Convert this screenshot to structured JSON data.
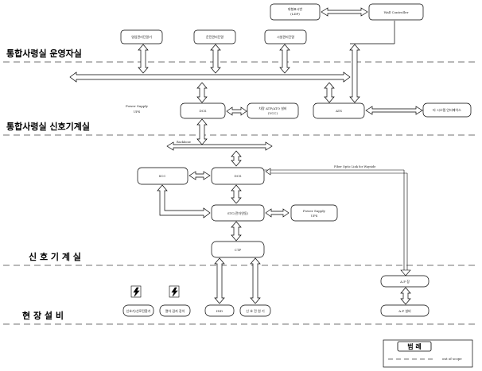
{
  "bands": {
    "ops_room": "통합사령실 운영자실",
    "signal_room": "통합사령실 신호기계실",
    "equip_room": "신 호 기 계 실",
    "field": "현 장 설 비"
  },
  "boxes": {
    "top_left": "영업관리단말기",
    "top_mid": "운전관리단말",
    "top_right": "시설관리단말",
    "display": "대형표시반",
    "display_sub": "(LDP)",
    "wall_controller": "Wall Controller",
    "ps_ups_1": "Power Supply",
    "ps_ups_1_sub": "UPS",
    "dcs_1": "DCS",
    "vcc": "차량 ATP/ATO 설비",
    "vcc_sub": "(VCC)",
    "ats": "ATS",
    "ext_ifc": "타 시스템 인터페이스",
    "scc": "SCC",
    "dcs_2": "DCS",
    "sto": "STC(전자연동)",
    "ps_ups_2": "Power Supply",
    "ps_ups_2_sub": "UPS",
    "ctp": "CTP",
    "ap_station": "A.P 장",
    "ap_device": "A.P 설비",
    "field_1": "신호기/선로전환기",
    "field_2": "열차 검지 장치",
    "field_3": "IND",
    "field_4": "신 호 전 원 기"
  },
  "texts": {
    "backbone": "Backbone",
    "fiber": "Fiber Optic Link for Wayside"
  },
  "legend": {
    "title": "범 례",
    "item": "out of scope"
  }
}
